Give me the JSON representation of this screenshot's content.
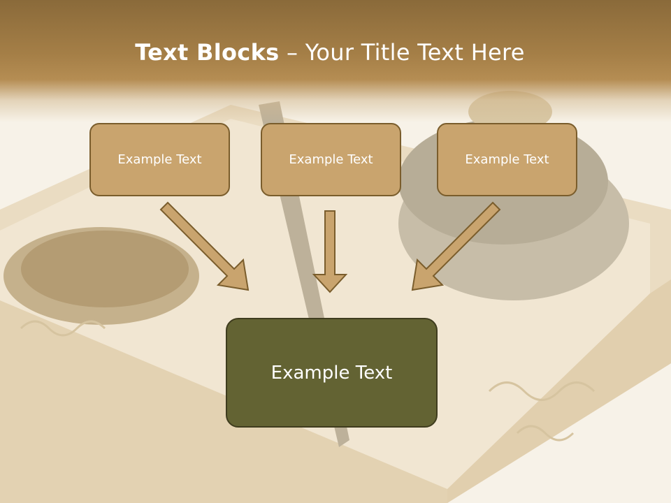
{
  "slide": {
    "title_bold": "Text Blocks",
    "title_dash": " – ",
    "title_rest": "Your Title Text Here"
  },
  "blocks": [
    {
      "label": "Example Text"
    },
    {
      "label": "Example Text"
    },
    {
      "label": "Example Text"
    }
  ],
  "target_block": {
    "label": "Example Text"
  },
  "colors": {
    "header": "#a57f47",
    "block_fill": "#c9a46e",
    "block_border": "#7a5d2c",
    "target_fill": "#636333",
    "arrow_fill": "#c9a46e"
  }
}
